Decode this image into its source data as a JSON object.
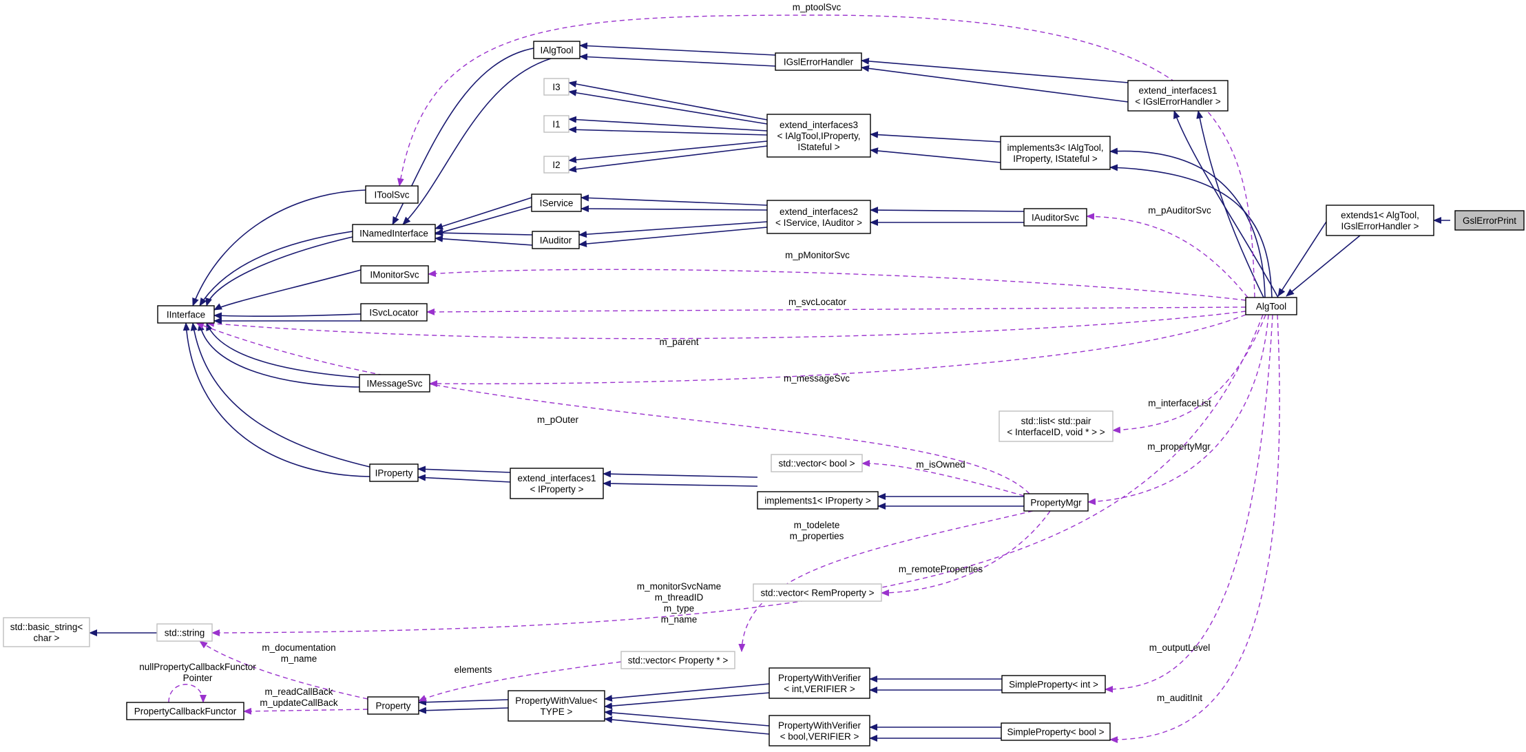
{
  "colors": {
    "inheritance_edge": "#191970",
    "usage_edge": "#9a32cd",
    "focus_node_fill": "#bfbfbf",
    "undocumented_node_border": "#bfbfbf"
  },
  "nodes": {
    "GslErrorPrint": [
      "GslErrorPrint"
    ],
    "extends1": [
      "extends1< AlgTool,",
      "IGslErrorHandler >"
    ],
    "AlgTool": [
      "AlgTool"
    ],
    "extend_interfaces1_gsl": [
      "extend_interfaces1",
      "< IGslErrorHandler >"
    ],
    "IGslErrorHandler": [
      "IGslErrorHandler"
    ],
    "IAlgTool": [
      "IAlgTool"
    ],
    "implements3": [
      "implements3< IAlgTool,",
      "IProperty, IStateful >"
    ],
    "extend_interfaces3": [
      "extend_interfaces3",
      "< IAlgTool,IProperty,",
      "IStateful >"
    ],
    "I3": [
      "I3"
    ],
    "I1": [
      "I1"
    ],
    "I2": [
      "I2"
    ],
    "IAuditorSvc": [
      "IAuditorSvc"
    ],
    "extend_interfaces2": [
      "extend_interfaces2",
      "< IService, IAuditor >"
    ],
    "IService": [
      "IService"
    ],
    "IAuditor": [
      "IAuditor"
    ],
    "IToolSvc": [
      "IToolSvc"
    ],
    "INamedInterface": [
      "INamedInterface"
    ],
    "IMonitorSvc": [
      "IMonitorSvc"
    ],
    "ISvcLocator": [
      "ISvcLocator"
    ],
    "IInterface": [
      "IInterface"
    ],
    "IMessageSvc": [
      "IMessageSvc"
    ],
    "IProperty": [
      "IProperty"
    ],
    "extend_interfaces1_prop": [
      "extend_interfaces1",
      "< IProperty >"
    ],
    "implements1": [
      "implements1< IProperty >"
    ],
    "PropertyMgr": [
      "PropertyMgr"
    ],
    "std_list": [
      "std::list< std::pair",
      "< InterfaceID, void * > >"
    ],
    "std_vector_bool": [
      "std::vector< bool >"
    ],
    "std_vector_rem": [
      "std::vector< RemProperty >"
    ],
    "std_basic_string": [
      "std::basic_string<",
      "char >"
    ],
    "std_string": [
      "std::string"
    ],
    "std_vector_prop": [
      "std::vector< Property * >"
    ],
    "PropertyCallbackFunctor": [
      "PropertyCallbackFunctor"
    ],
    "Property": [
      "Property"
    ],
    "PropertyWithValue": [
      "PropertyWithValue<",
      "TYPE >"
    ],
    "PWV_int": [
      "PropertyWithVerifier",
      "< int,VERIFIER >"
    ],
    "PWV_bool": [
      "PropertyWithVerifier",
      "< bool,VERIFIER >"
    ],
    "SimpleProperty_int": [
      "SimpleProperty< int >"
    ],
    "SimpleProperty_bool": [
      "SimpleProperty< bool >"
    ]
  },
  "edge_labels": {
    "m_ptoolSvc": [
      "m_ptoolSvc"
    ],
    "m_pAuditorSvc": [
      "m_pAuditorSvc"
    ],
    "m_pMonitorSvc": [
      "m_pMonitorSvc"
    ],
    "m_svcLocator": [
      "m_svcLocator"
    ],
    "m_parent": [
      "m_parent"
    ],
    "m_messageSvc": [
      "m_messageSvc"
    ],
    "m_pOuter": [
      "m_pOuter"
    ],
    "m_interfaceList": [
      "m_interfaceList"
    ],
    "m_propertyMgr": [
      "m_propertyMgr"
    ],
    "m_isOwned": [
      "m_isOwned"
    ],
    "m_todelete": [
      "m_todelete",
      "m_properties"
    ],
    "m_remoteProperties": [
      "m_remoteProperties"
    ],
    "m_strings": [
      "m_monitorSvcName",
      "m_threadID",
      "m_type",
      "m_name"
    ],
    "m_doc": [
      "m_documentation",
      "m_name"
    ],
    "nullPtr": [
      "nullPropertyCallbackFunctor",
      "Pointer"
    ],
    "m_callbacks": [
      "m_readCallBack",
      "m_updateCallBack"
    ],
    "elements": [
      "elements"
    ],
    "m_outputLevel": [
      "m_outputLevel"
    ],
    "m_auditInit": [
      "m_auditInit"
    ]
  }
}
